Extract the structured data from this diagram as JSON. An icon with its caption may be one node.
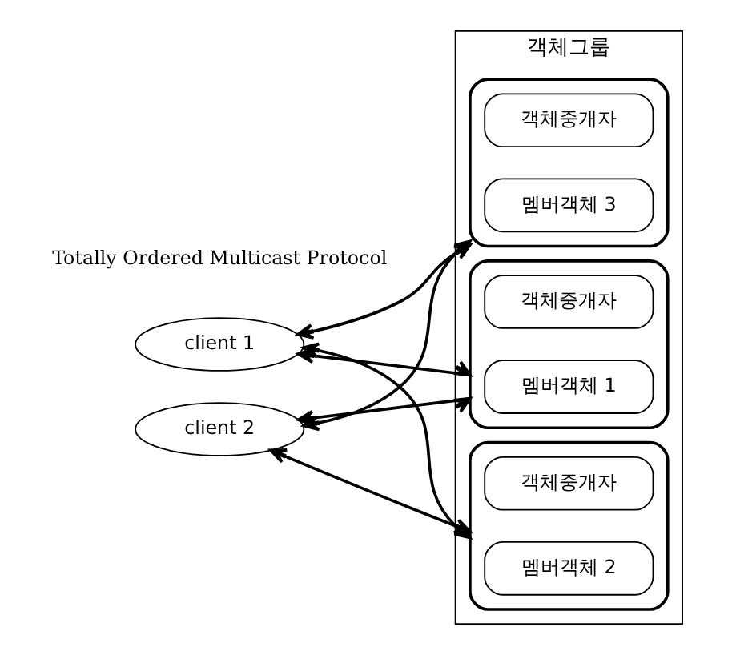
{
  "diagram": {
    "nodes": [
      {
        "text": [
          "객체그룹"
        ]
      },
      {
        "text": [],
        "shape": "box",
        "in": 0
      },
      {
        "text": [
          "멤버객체 1"
        ],
        "in": 1
      },
      {
        "text": [
          "객체중개자"
        ],
        "in": 1
      },
      {
        "text": [],
        "shape": "box",
        "in": 0
      },
      {
        "text": [
          "멤버객체 2"
        ],
        "in": 4
      },
      {
        "text": [
          "객체중개자"
        ],
        "in": 4
      },
      {
        "text": [],
        "shape": "box",
        "in": 0
      },
      {
        "text": [
          "멤버객체 3"
        ],
        "in": 7
      },
      {
        "text": [
          "객체중개자"
        ],
        "in": 7
      },
      {
        "text": [
          "client 1"
        ]
      },
      {
        "text": [
          "client 2"
        ]
      }
    ],
    "edges": [
      {
        "from": 10,
        "to": 1,
        "arrow": "both"
      },
      {
        "from": 10,
        "to": 4,
        "arrow": "both"
      },
      {
        "from": 10,
        "to": 7,
        "arrow": "both"
      },
      {
        "from": 11,
        "to": 1,
        "arrow": "both"
      },
      {
        "from": 11,
        "to": 4,
        "arrow": "both"
      },
      {
        "from": 11,
        "to": 7,
        "arrow": "both"
      }
    ],
    "labels": [
      "Totally Ordered Multicast Protocol"
    ]
  }
}
